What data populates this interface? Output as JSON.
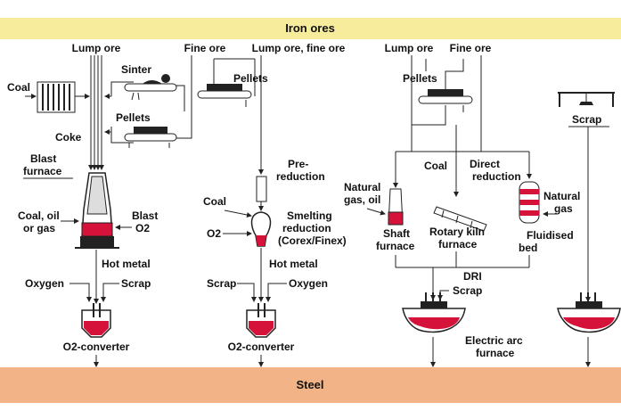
{
  "top_band": {
    "label": "Iron ores",
    "color": "#f6ec9c"
  },
  "bottom_band": {
    "label": "Steel",
    "color": "#f2b487"
  },
  "accent_red": "#d4123a",
  "labels": {
    "lump_ore_1": "Lump ore",
    "fine_ore_1": "Fine ore",
    "lump_fine_ore": "Lump ore, fine ore",
    "lump_ore_2": "Lump ore",
    "fine_ore_2": "Fine ore",
    "coal_1": "Coal",
    "sinter": "Sinter",
    "pellets_1": "Pellets",
    "pellets_2": "Pellets",
    "pellets_3": "Pellets",
    "coke": "Coke",
    "blast_furnace_1": "Blast",
    "blast_furnace_2": "furnace",
    "coal_oil_gas_1": "Coal, oil",
    "coal_oil_gas_2": "or gas",
    "blast_o2_1": "Blast",
    "blast_o2_2": "O2",
    "hot_metal_1": "Hot metal",
    "oxygen_1": "Oxygen",
    "scrap_1": "Scrap",
    "converter_1": "O2-converter",
    "pre_reduction_1": "Pre-",
    "pre_reduction_2": "reduction",
    "coal_2": "Coal",
    "o2": "O2",
    "smelting_1": "Smelting",
    "smelting_2": "reduction",
    "smelting_3": "(Corex/Finex)",
    "hot_metal_2": "Hot metal",
    "scrap_2": "Scrap",
    "oxygen_2": "Oxygen",
    "converter_2": "O2-converter",
    "natural_gas_oil_1": "Natural",
    "natural_gas_oil_2": "gas, oil",
    "coal_3": "Coal",
    "direct_reduction_1": "Direct",
    "direct_reduction_2": "reduction",
    "shaft_furnace_1": "Shaft",
    "shaft_furnace_2": "furnace",
    "rotary_kiln_1": "Rotary kiln",
    "rotary_kiln_2": "furnace",
    "natural_gas_1": "Natural",
    "natural_gas_2": "gas",
    "fluidised_bed_1": "Fluidised",
    "fluidised_bed_2": "bed",
    "dri": "DRI",
    "scrap_3": "Scrap",
    "scrap_4": "Scrap",
    "electric_arc_1": "Electric arc",
    "electric_arc_2": "furnace"
  }
}
